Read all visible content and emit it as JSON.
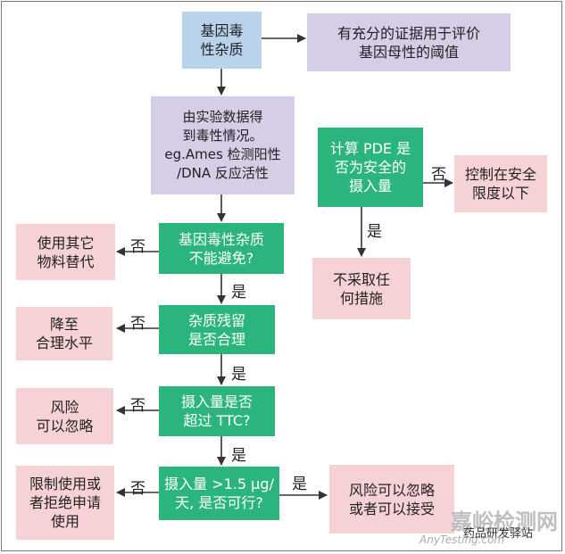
{
  "nodes": {
    "genotoxic_impurity": "基因毒\n性杂质",
    "threshold_evidence": "有充分的证据用于评价\n基因母性的阈值",
    "experimental_data": "由实验数据得\n到毒性情况。\neg.Ames 检测阳性\n/DNA 反应活性",
    "pde_question": "计算 PDE 是\n否为安全的\n摄入量",
    "control_below_limit": "控制在安全\n限度以下",
    "no_action": "不采取任\n何措施",
    "unavoidable_question": "基因毒性杂质\n不能避免?",
    "use_substitute": "使用其它\n物料替代",
    "residue_question": "杂质残留\n是否合理",
    "reduce_level": "降至\n合理水平",
    "ttc_question": "摄入量是否\n超过 TTC?",
    "risk_ignorable": "风险\n可以忽略",
    "feasible_question": "摄入量 >1.5 μg/\n天, 是否可行?",
    "restrict_or_reject": "限制使用或\n者拒绝申请\n使用",
    "risk_ignore_or_accept": "风险可以忽略\n或者可以接受"
  },
  "labels": {
    "yes": "是",
    "no": "否"
  },
  "watermark": {
    "site": "嘉峪检测网",
    "account": "药品研发驿站",
    "url": "AnyTesting.com"
  },
  "colors": {
    "blue": "#b9d3ec",
    "purple": "#d6cde6",
    "green": "#2bb57c",
    "pink": "#f6d2d6"
  }
}
